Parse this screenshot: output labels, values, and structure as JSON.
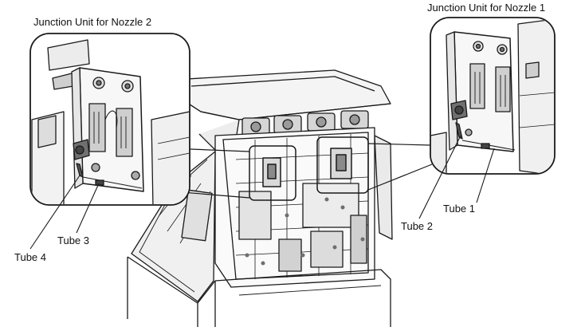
{
  "labels": {
    "junction_nozzle_2": "Junction Unit for Nozzle 2",
    "junction_nozzle_1": "Junction Unit for Nozzle 1",
    "tube_1": "Tube 1",
    "tube_2": "Tube 2",
    "tube_3": "Tube 3",
    "tube_4": "Tube 4"
  },
  "colors": {
    "line": "#1a1a1a",
    "fill_light": "#f2f2f2",
    "fill_mid": "#cfcfcf",
    "fill_dark": "#7a7a7a"
  }
}
